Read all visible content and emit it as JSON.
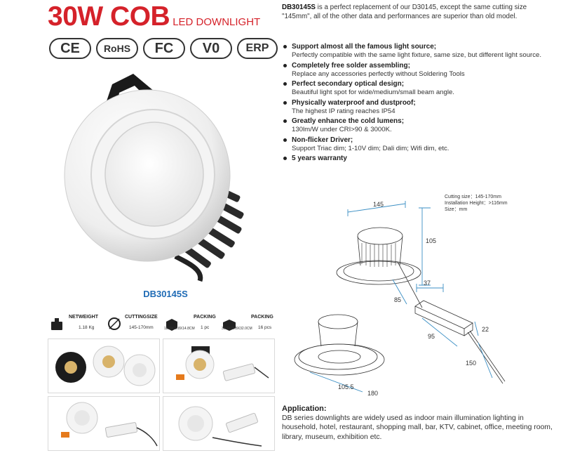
{
  "header": {
    "title_main": "30W COB",
    "title_sub": "LED DOWNLIGHT",
    "brand_color": "#d5222a"
  },
  "certifications": [
    "CE",
    "RoHS",
    "FC",
    "V0",
    "ERP"
  ],
  "product": {
    "model": "DB30145S",
    "model_color": "#1f6bb5"
  },
  "specs": [
    {
      "title": "NETWEIGHT",
      "value": "1.18 Kg",
      "icon": "scale-icon"
    },
    {
      "title": "CUTTINGSIZE",
      "value": "145-170mm",
      "icon": "cutting-size-icon"
    },
    {
      "title": "PACKING",
      "value_left": "18.8X18.8X14.8CM",
      "value_right": "1 pc",
      "icon": "box-icon"
    },
    {
      "title": "PACKING",
      "value_left": "39.8X76.8X32.0CM",
      "value_right": "16 pcs",
      "icon": "carton-icon"
    }
  ],
  "intro": {
    "model": "DB30145S",
    "text": " is a perfect replacement of our D30145, except the same cutting size \"145mm\", all of the other data and performances are superior than old model."
  },
  "features": [
    {
      "head": "Support almost all the famous light source;",
      "desc": "Perfectly compatible with the same light fixture, same size, but different light source."
    },
    {
      "head": "Completely free solder assembling;",
      "desc": "Replace any accessories perfectly without Soldering Tools"
    },
    {
      "head": "Perfect secondary optical design;",
      "desc": "Beautiful light spot for wide/medium/small beam angle."
    },
    {
      "head": "Physically waterproof and dustproof;",
      "desc": "The highest IP rating reaches IP54"
    },
    {
      "head": "Greatly enhance the cold lumens;",
      "desc": "130lm/W under CRI>90 & 3000K."
    },
    {
      "head": "Non-flicker Driver;",
      "desc": "Support Triac dim; 1-10V dim; Dali dim; Wifi dim, etc."
    },
    {
      "head": "5 years warranty",
      "desc": ""
    }
  ],
  "diagram": {
    "note_cutting": "Cutting size：145-170mm",
    "note_install": "Installation Height：>116mm",
    "note_size": "Size：mm",
    "dim_145": "145",
    "dim_105": "105",
    "dim_37": "37",
    "dim_85": "85",
    "dim_22": "22",
    "dim_95": "95",
    "dim_150": "150",
    "dim_1055": "105.5",
    "dim_180": "180"
  },
  "application": {
    "title": "Application:",
    "text": "DB series downlights are widely used as indoor main illumination lighting in household, hotel, restaurant, shopping mall, bar, KTV, cabinet, office, meeting room, library, museum, exhibition etc."
  }
}
